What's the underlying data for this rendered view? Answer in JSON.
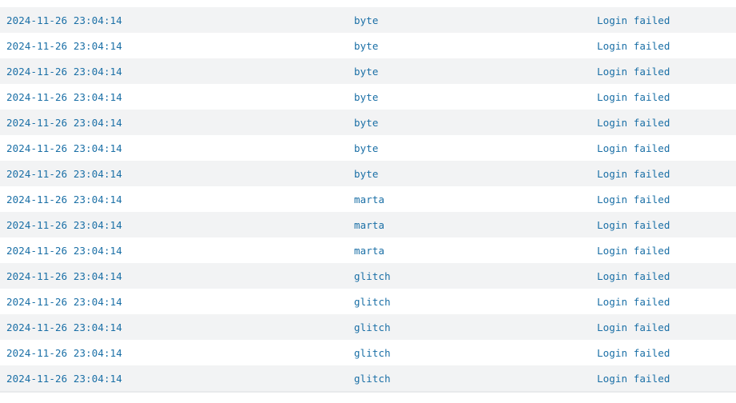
{
  "log": {
    "rows": [
      {
        "time": "2024-11-26 23:04:14",
        "user": "byte",
        "event": "Login failed"
      },
      {
        "time": "2024-11-26 23:04:14",
        "user": "byte",
        "event": "Login failed"
      },
      {
        "time": "2024-11-26 23:04:14",
        "user": "byte",
        "event": "Login failed"
      },
      {
        "time": "2024-11-26 23:04:14",
        "user": "byte",
        "event": "Login failed"
      },
      {
        "time": "2024-11-26 23:04:14",
        "user": "byte",
        "event": "Login failed"
      },
      {
        "time": "2024-11-26 23:04:14",
        "user": "byte",
        "event": "Login failed"
      },
      {
        "time": "2024-11-26 23:04:14",
        "user": "byte",
        "event": "Login failed"
      },
      {
        "time": "2024-11-26 23:04:14",
        "user": "marta",
        "event": "Login failed"
      },
      {
        "time": "2024-11-26 23:04:14",
        "user": "marta",
        "event": "Login failed"
      },
      {
        "time": "2024-11-26 23:04:14",
        "user": "marta",
        "event": "Login failed"
      },
      {
        "time": "2024-11-26 23:04:14",
        "user": "glitch",
        "event": "Login failed"
      },
      {
        "time": "2024-11-26 23:04:14",
        "user": "glitch",
        "event": "Login failed"
      },
      {
        "time": "2024-11-26 23:04:14",
        "user": "glitch",
        "event": "Login failed"
      },
      {
        "time": "2024-11-26 23:04:14",
        "user": "glitch",
        "event": "Login failed"
      },
      {
        "time": "2024-11-26 23:04:14",
        "user": "glitch",
        "event": "Login failed"
      }
    ]
  },
  "colors": {
    "text": "#1a6fa6",
    "row_alt": "#f2f3f4",
    "row": "#ffffff"
  }
}
